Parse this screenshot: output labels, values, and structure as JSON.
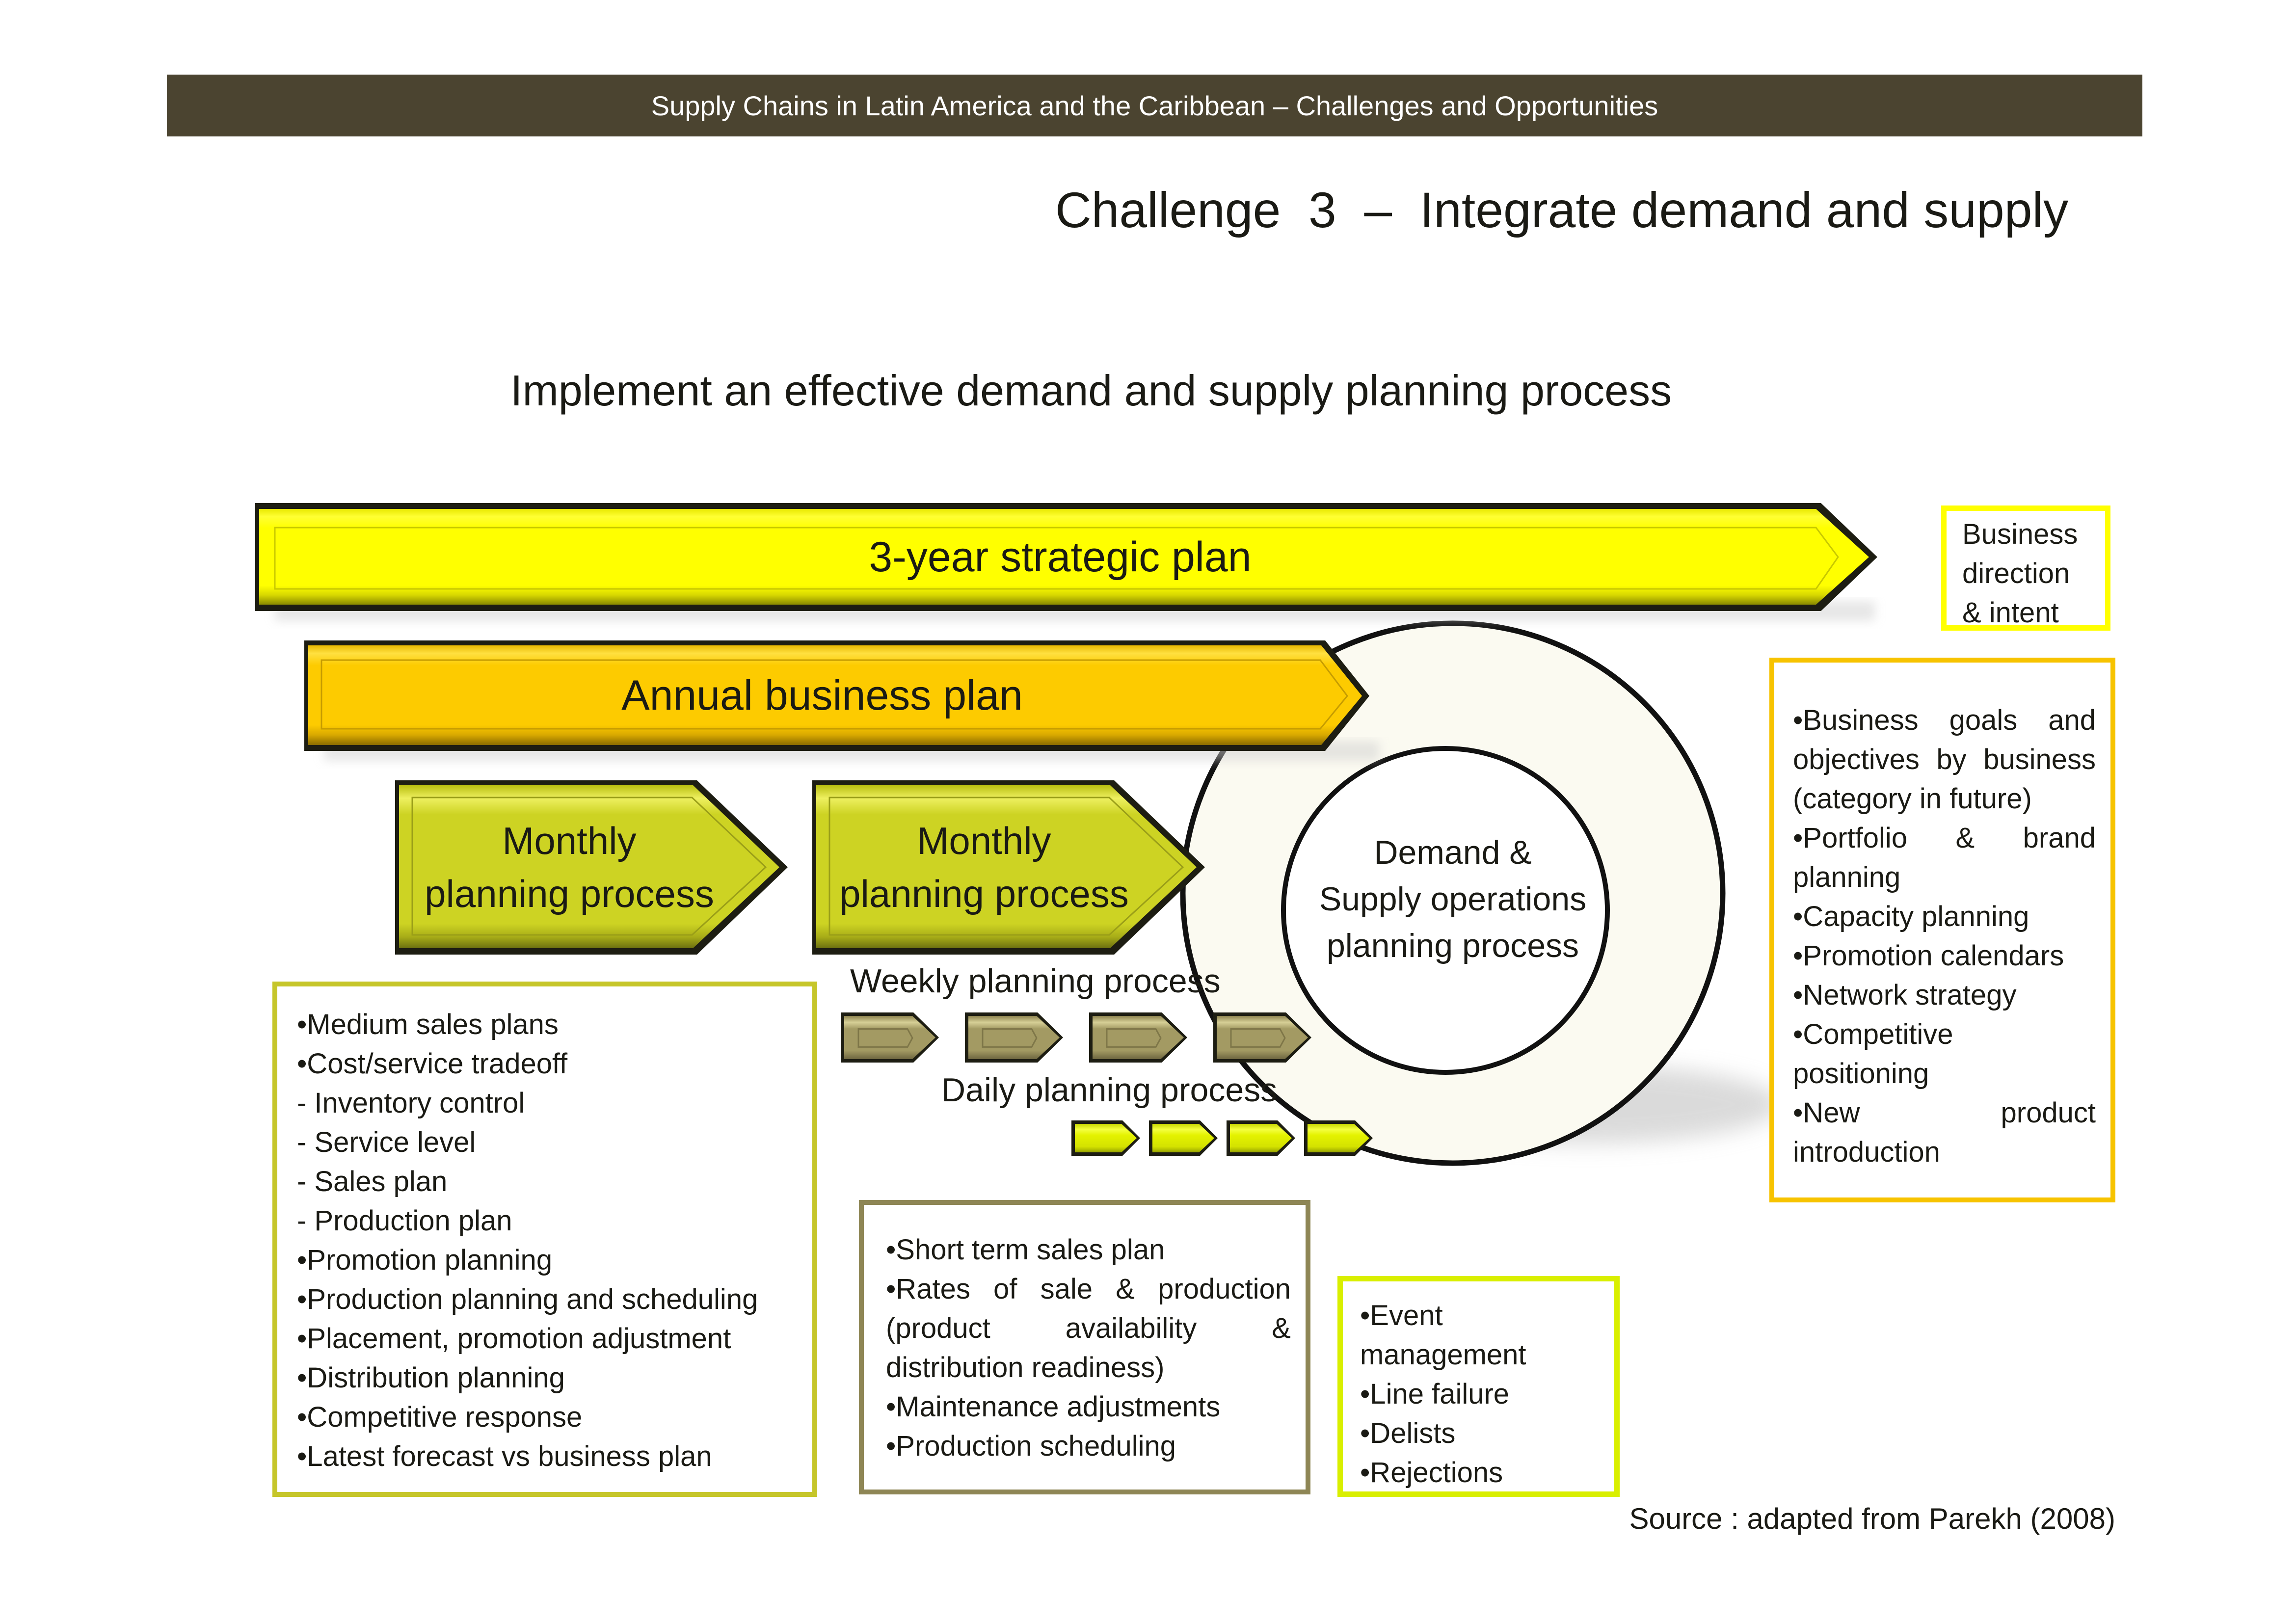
{
  "header": {
    "banner_text": "Supply Chains in Latin America and the Caribbean – Challenges  and Opportunities",
    "title": "Challenge  3  –  Integrate demand and supply",
    "subtitle": "Implement an effective demand and supply planning process"
  },
  "colors": {
    "banner": "#4b4430",
    "strategic_yellow": "#ffff00",
    "annual_gold": "#fdcb00",
    "monthly_olive": "#cdd323",
    "weekly_khaki": "#a39a63",
    "daily_lime": "#e4f200",
    "ring_fill": "#fbfaf1",
    "box_direction_border": "#ffff00",
    "box_strategic_border": "#f7c300",
    "box_monthly_border": "#c6c62a",
    "box_weekly_border": "#8e8655",
    "box_daily_border": "#d9ef00"
  },
  "diagram": {
    "strategic_plan_label": "3-year strategic plan",
    "annual_plan_label": "Annual business plan",
    "monthly_process": [
      {
        "line1": "Monthly",
        "line2": "planning process"
      },
      {
        "line1": "Monthly",
        "line2": "planning process"
      }
    ],
    "weekly_label": "Weekly planning process",
    "weekly_arrow_count": 4,
    "daily_label": "Daily planning process",
    "daily_arrow_count": 4,
    "center": {
      "line1": "Demand &",
      "line2": "Supply operations",
      "line3": "planning process"
    }
  },
  "boxes": {
    "direction": {
      "lines": [
        "Business",
        "direction",
        "& intent"
      ]
    },
    "strategic": {
      "items": [
        "•Business goals and objectives by business (category in future)",
        "•Portfolio & brand planning",
        "•Capacity planning",
        "•Promotion calendars",
        "•Network strategy",
        "•Competitive positioning",
        "•New product introduction"
      ]
    },
    "monthly": {
      "items": [
        "•Medium sales plans",
        "•Cost/service tradeoff",
        "- Inventory control",
        "- Service level",
        "- Sales plan",
        "- Production plan",
        "•Promotion planning",
        "•Production planning and scheduling",
        "•Placement, promotion adjustment",
        "•Distribution planning",
        "•Competitive response",
        "•Latest forecast vs business plan"
      ]
    },
    "weekly": {
      "items": [
        "•Short term sales plan",
        "•Rates of sale & production (product availability & distribution readiness)",
        "•Maintenance adjustments",
        "•Production scheduling"
      ]
    },
    "daily": {
      "items": [
        "•Event management",
        "•Line failure",
        "•Delists",
        "•Rejections"
      ]
    }
  },
  "source": "Source : adapted  from Parekh (2008)"
}
